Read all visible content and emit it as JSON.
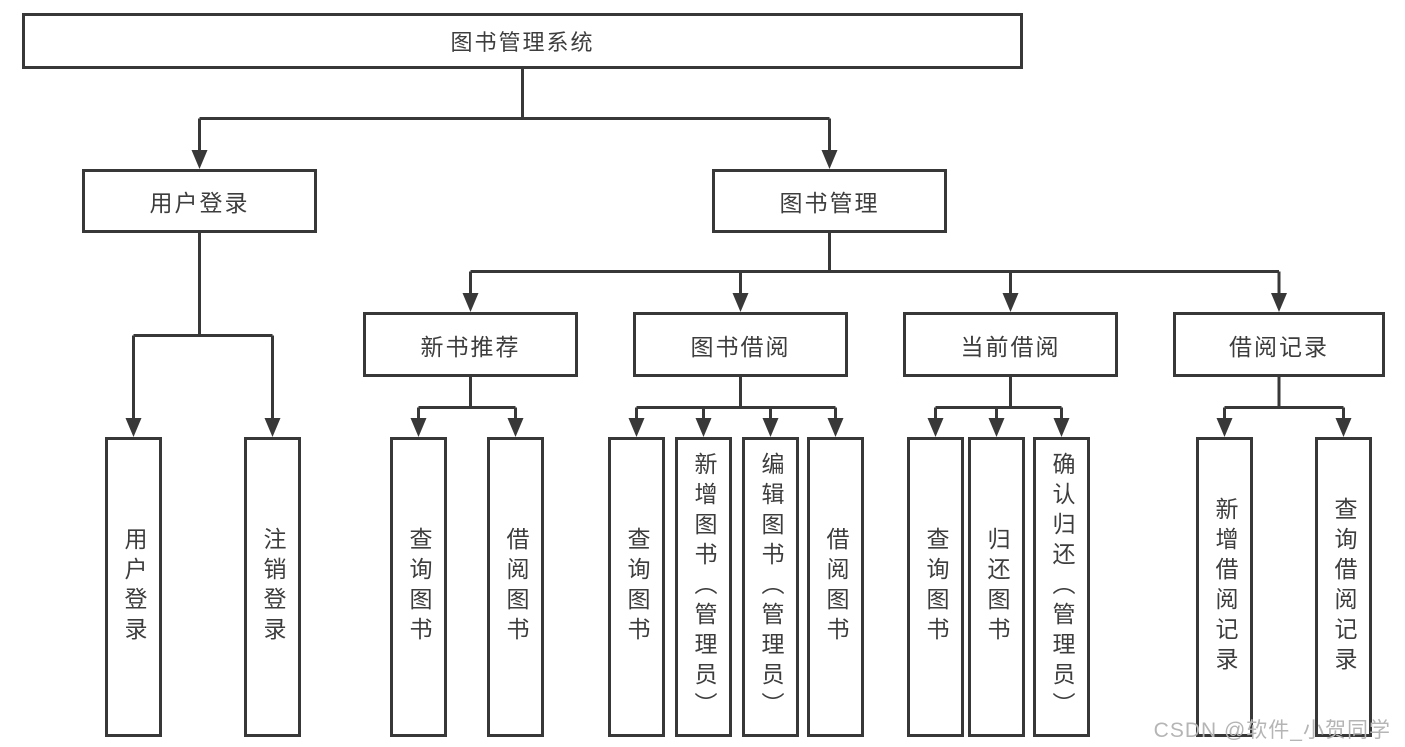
{
  "diagram_title": "图书管理系统",
  "tree": {
    "label": "图书管理系统",
    "children": [
      {
        "label": "用户登录",
        "children": [
          {
            "label": "用户登录"
          },
          {
            "label": "注销登录"
          }
        ]
      },
      {
        "label": "图书管理",
        "children": [
          {
            "label": "新书推荐",
            "children": [
              {
                "label": "查询图书"
              },
              {
                "label": "借阅图书"
              }
            ]
          },
          {
            "label": "图书借阅",
            "children": [
              {
                "label": "查询图书"
              },
              {
                "label": "新增图书（管理员）"
              },
              {
                "label": "编辑图书（管理员）"
              },
              {
                "label": "借阅图书"
              }
            ]
          },
          {
            "label": "当前借阅",
            "children": [
              {
                "label": "查询图书"
              },
              {
                "label": "归还图书"
              },
              {
                "label": "确认归还（管理员）"
              }
            ]
          },
          {
            "label": "借阅记录",
            "children": [
              {
                "label": "新增借阅记录"
              },
              {
                "label": "查询借阅记录"
              }
            ]
          }
        ]
      }
    ]
  },
  "watermark": {
    "text": "CSDN @软件_小贺同学"
  },
  "colors": {
    "line": "#383838",
    "box_border": "#383838",
    "text": "#3d3d3d",
    "watermark": "#b5b5b5",
    "background": "#ffffff"
  }
}
